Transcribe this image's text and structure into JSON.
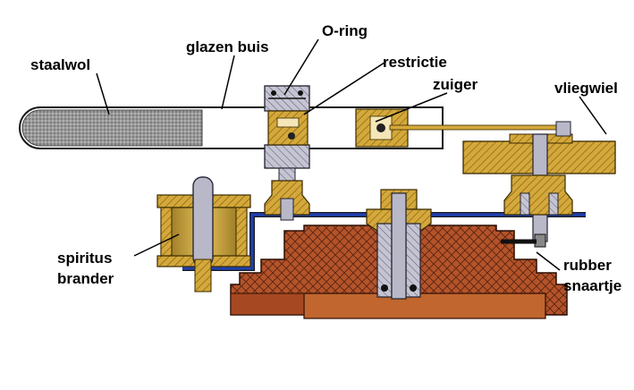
{
  "labels": {
    "staalwol": "staalwol",
    "glazen_buis": "glazen buis",
    "o_ring": "O-ring",
    "restrictie": "restrictie",
    "zuiger": "zuiger",
    "vliegwiel": "vliegwiel",
    "spiritus_line1": "spiritus",
    "spiritus_line2": "brander",
    "rubber_line1": "rubber",
    "rubber_line2": "snaartje"
  },
  "colors": {
    "wood_base": "#b4532a",
    "brass": "#d4a83a",
    "steel": "#b8b8c8",
    "blue_line": "#1f3fb0",
    "steel_wool": "#9a9a9a"
  }
}
